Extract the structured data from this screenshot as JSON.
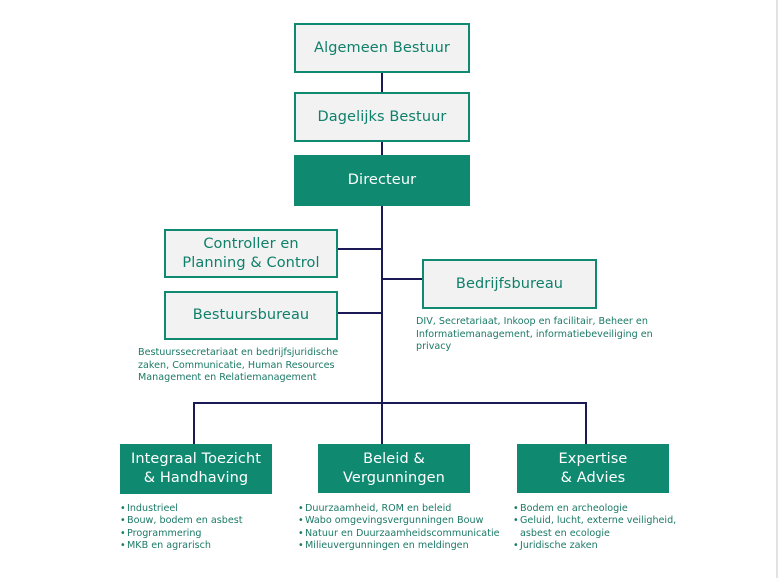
{
  "colors": {
    "accent": "#0f8a71",
    "box_fill": "#f2f2f2",
    "connector": "#1c1a55",
    "text_green": "#1b7a66"
  },
  "boxes": {
    "algemeen_bestuur": "Algemeen Bestuur",
    "dagelijks_bestuur": "Dagelijks Bestuur",
    "directeur": "Directeur",
    "controller": [
      "Controller en",
      "Planning & Control"
    ],
    "bestuursbureau": "Bestuursbureau",
    "bedrijfsbureau": "Bedrijfsbureau",
    "integraal": [
      "Integraal Toezicht",
      "& Handhaving"
    ],
    "beleid": [
      "Beleid &",
      "Vergunningen"
    ],
    "expertise": [
      "Expertise",
      "& Advies"
    ]
  },
  "notes": {
    "bestuursbureau": [
      "Bestuurssecretariaat en bedrijfsjuridische",
      "zaken, Communicatie, Human Resources",
      "Management en Relatiemanagement"
    ],
    "bedrijfsbureau": [
      "DIV, Secretariaat, Inkoop en facilitair, Beheer en",
      "Informatiemanagement, informatiebeveiliging en",
      "privacy"
    ]
  },
  "lists": {
    "integraal": [
      "Industrieel",
      "Bouw, bodem en asbest",
      "Programmering",
      "MKB en agrarisch"
    ],
    "beleid": [
      "Duurzaamheid, ROM en beleid",
      "Wabo omgevingsvergunningen Bouw",
      "Natuur en Duurzaamheidscommunicatie",
      "Milieuvergunningen en meldingen"
    ],
    "expertise": [
      [
        "Bodem en archeologie"
      ],
      [
        "Geluid, lucht, externe veiligheid,",
        "asbest en ecologie"
      ],
      [
        "Juridische zaken"
      ]
    ]
  }
}
